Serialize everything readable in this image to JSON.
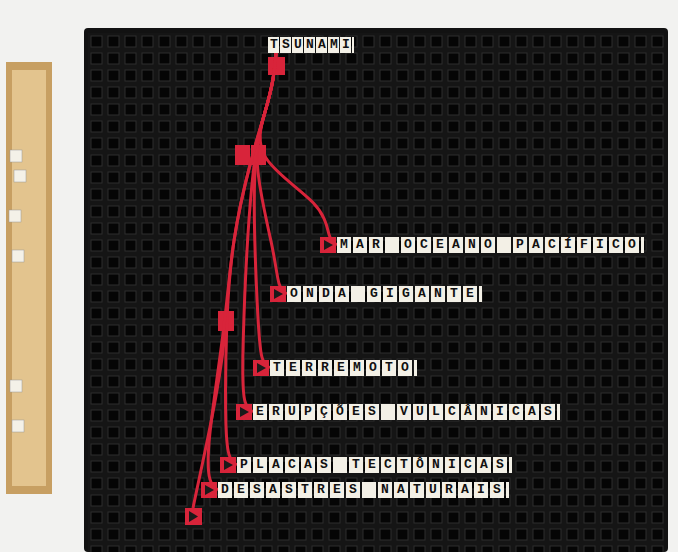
{
  "diagram": {
    "nodes": [
      {
        "text": [
          "TSUNAMI"
        ]
      },
      {
        "text": [
          "MAR OCEANO PACÍFICO"
        ]
      },
      {
        "text": [
          "ONDA GIGANTE"
        ]
      },
      {
        "text": [
          "TERREMOTO"
        ]
      },
      {
        "text": [
          "ERUPÇÕES VULCÂNICAS"
        ]
      },
      {
        "text": [
          "PLACAS TECTÔNICAS"
        ]
      },
      {
        "text": [
          "DESASTRES NATURAIS"
        ]
      }
    ],
    "edges": [
      {
        "from": 0,
        "to": 1,
        "arrow": "to"
      },
      {
        "from": 0,
        "to": 2,
        "arrow": "to"
      },
      {
        "from": 0,
        "to": 3,
        "arrow": "to"
      },
      {
        "from": 0,
        "to": 4,
        "arrow": "to"
      },
      {
        "from": 0,
        "to": 5,
        "arrow": "to"
      },
      {
        "from": 0,
        "to": 6,
        "arrow": "to"
      }
    ]
  }
}
